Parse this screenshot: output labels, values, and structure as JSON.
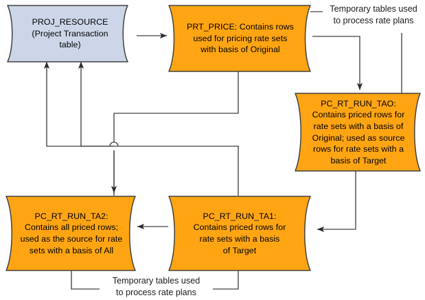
{
  "diagram": {
    "title": "Temporary tables used to process rate plans",
    "colors": {
      "source_table_fill": "#ccd6e8",
      "temp_table_fill": "#ffa513",
      "shape_stroke": "#404040",
      "connector_stroke": "#404040",
      "text": "#000000",
      "background": "#ffffff"
    },
    "nodes": [
      {
        "id": "proj-resource",
        "name": "PROJ_RESOURCE",
        "label": "PROJ_RESOURCE\n(Project Transaction\ntable)",
        "kind": "source-table",
        "fill": "#ccd6e8"
      },
      {
        "id": "prt-price",
        "name": "PRT_PRICE",
        "label": "PRT_PRICE: Contains rows\nused for pricing rate sets\nwith basis of Original",
        "kind": "temp-table",
        "fill": "#ffa513"
      },
      {
        "id": "pc-rt-run-tao",
        "name": "PC_RT_RUN_TAO",
        "label": "PC_RT_RUN_TAO:\nContains priced rows for\nrate sets with a basis of\nOriginal; used as source\nrows for rate sets with a\nbasis of Target",
        "kind": "temp-table",
        "fill": "#ffa513"
      },
      {
        "id": "pc-rt-run-ta1",
        "name": "PC_RT_RUN_TA1",
        "label": "PC_RT_RUN_TA1:\nContains priced rows for\nrate sets with a basis\nof Target",
        "kind": "temp-table",
        "fill": "#ffa513"
      },
      {
        "id": "pc-rt-run-ta2",
        "name": "PC_RT_RUN_TA2",
        "label": "PC_RT_RUN_TA2:\nContains all priced rows;\nused as the source for rate\nsets with a basis of All",
        "kind": "temp-table",
        "fill": "#ffa513"
      }
    ],
    "annotations": [
      {
        "id": "annotation-top-right",
        "text": "Temporary tables used\nto  process rate plans"
      },
      {
        "id": "annotation-bottom",
        "text": "Temporary tables used\nto  process rate plans"
      }
    ],
    "connectors": [
      {
        "id": "proj-resource-to-prt-price",
        "from": "PROJ_RESOURCE",
        "to": "PRT_PRICE",
        "arrow": true
      },
      {
        "id": "prt-price-to-pc-rt-run-tao",
        "from": "PRT_PRICE",
        "to": "PC_RT_RUN_TAO",
        "arrow": true
      },
      {
        "id": "prt-price-to-proj-resource",
        "from": "PRT_PRICE",
        "to": "PROJ_RESOURCE",
        "arrow": true
      },
      {
        "id": "pc-rt-run-tao-to-pc-rt-run-ta1",
        "from": "PC_RT_RUN_TAO",
        "to": "PC_RT_RUN_TA1",
        "arrow": true
      },
      {
        "id": "pc-rt-run-ta1-to-pc-rt-run-ta2",
        "from": "PC_RT_RUN_TA1",
        "to": "PC_RT_RUN_TA2",
        "arrow": true
      },
      {
        "id": "pc-rt-run-ta1-to-proj-resource",
        "from": "PC_RT_RUN_TA1",
        "to": "PROJ_RESOURCE",
        "arrow": true
      },
      {
        "id": "junction-to-pc-rt-run-ta2",
        "from": "junction",
        "to": "PC_RT_RUN_TA2",
        "arrow": true
      },
      {
        "id": "pc-rt-run-ta2-to-pc-rt-run-ta1-bottom",
        "from": "PC_RT_RUN_TA2",
        "to": "PC_RT_RUN_TA1",
        "arrow": false
      },
      {
        "id": "annotation-top-right-leader",
        "from": "PRT_PRICE",
        "to": "annotation-top-right",
        "arrow": false
      },
      {
        "id": "annotation-top-right-leader-down",
        "from": "annotation-top-right",
        "to": "PC_RT_RUN_TAO",
        "arrow": false
      }
    ]
  }
}
